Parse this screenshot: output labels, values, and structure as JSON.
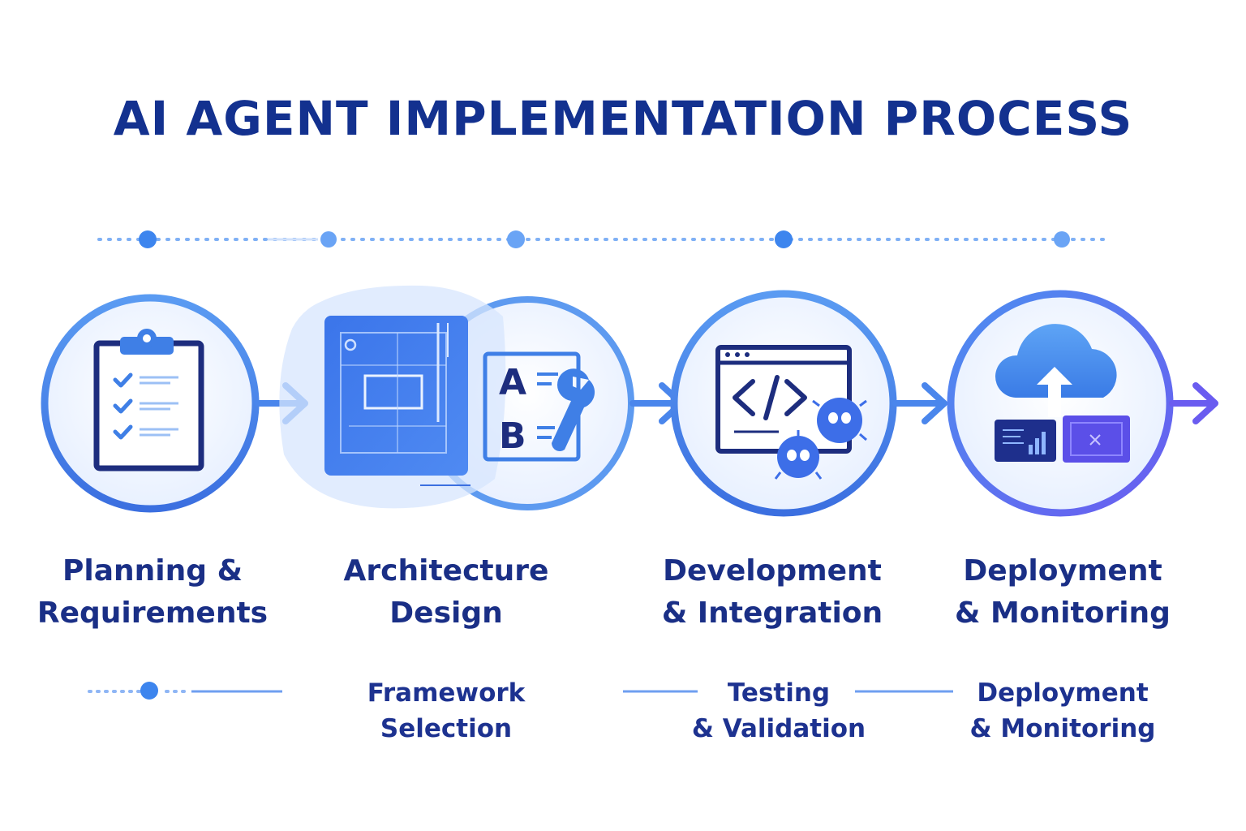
{
  "title": "AI AGENT IMPLEMENTATION PROCESS",
  "steps": [
    {
      "line1": "Planning &",
      "line2": "Requirements",
      "icon": "clipboard-checklist-icon"
    },
    {
      "line1": "Architecture",
      "line2": "Design",
      "icon": "blueprint-icon"
    },
    {
      "line1": "Development",
      "line2": "& Integration",
      "icon": "code-window-icon"
    },
    {
      "line1": "Deployment",
      "line2": "& Monitoring",
      "icon": "cloud-upload-icon"
    }
  ],
  "substeps": [
    {
      "line1": "Framework",
      "line2": "Selection"
    },
    {
      "line1": "Testing",
      "line2": "& Validation"
    },
    {
      "line1": "Deployment",
      "line2": "& Monitoring"
    }
  ],
  "colors": {
    "title": "#13318f",
    "primary_blue": "#3f7fe6",
    "dark_navy": "#1a2a7a",
    "violet": "#6a5cf0",
    "light_fill": "#eef4ff"
  }
}
